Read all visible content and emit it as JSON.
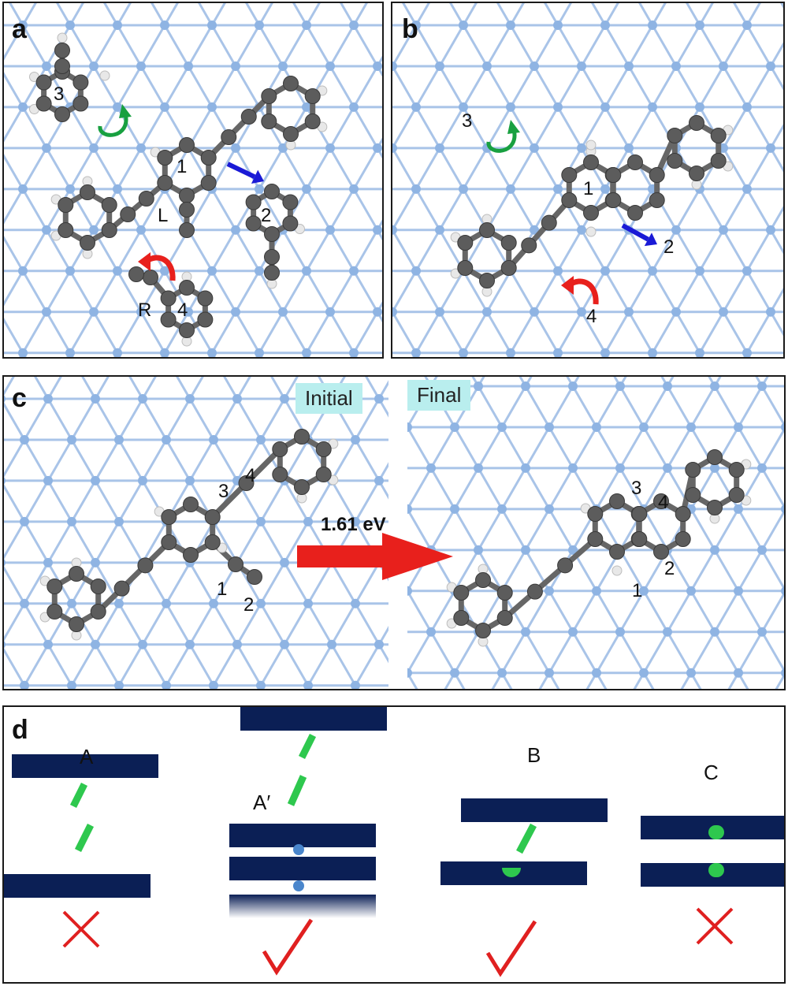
{
  "panels": {
    "a": {
      "label": "a",
      "atom_labels": {
        "n1": "1",
        "n2": "2",
        "n3": "3",
        "n4": "4",
        "L": "L",
        "R": "R"
      }
    },
    "b": {
      "label": "b",
      "atom_labels": {
        "n1": "1",
        "n2": "2",
        "n3": "3",
        "n4": "4"
      }
    },
    "c": {
      "label": "c",
      "initial_tag": "Initial",
      "final_tag": "Final",
      "barrier": "1.61 eV",
      "initial_labels": {
        "n1": "1",
        "n2": "2",
        "n3": "3",
        "n4": "4"
      },
      "final_labels": {
        "n1": "1",
        "n2": "2",
        "n3": "3",
        "n4": "4"
      }
    },
    "d": {
      "label": "d",
      "cases": [
        {
          "label": "A",
          "verdict": "cross"
        },
        {
          "label": "A′",
          "verdict": "check"
        },
        {
          "label": "B",
          "verdict": "check"
        },
        {
          "label": "C",
          "verdict": "cross"
        }
      ]
    }
  },
  "colors": {
    "substrate_line": "#a9c4e8",
    "substrate_atom": "#8fb4e3",
    "carbon": "#5c5c5c",
    "hydrogen": "#e8e8e8",
    "arrow_blue": "#1a1ad6",
    "arrow_red": "#e8201c",
    "arrow_green": "#18a040",
    "bar_navy": "#0b1f55",
    "bond_green": "#2ec84e",
    "mark_red": "#e02020"
  }
}
